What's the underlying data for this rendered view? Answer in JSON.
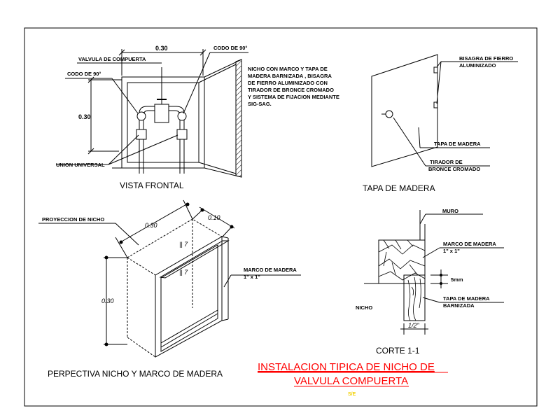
{
  "labels": {
    "valvula": "VALVULA DE COMPUERTA",
    "codo_left": "CODO DE 90°",
    "codo_right": "CODO DE 90°",
    "union": "UNION UNIVERSAL",
    "dim_030_top": "0.30",
    "dim_030_left": "0.30",
    "note_lines": [
      "NICHO CON MARCO Y TAPA DE",
      "MADERA BARNIZADA , BISAGRA",
      "DE FIERRO ALUMINIZADO CON",
      "TIRADOR DE BRONCE CROMADO",
      "Y SISTEMA DE FIJACION MEDIANTE",
      "SIG-SAG."
    ],
    "bisagra_1": "BISAGRA DE FIERRO",
    "bisagra_2": "ALUMINIZADO",
    "tapa": "TAPA DE MADERA",
    "tirador_1": "TIRADOR DE",
    "tirador_2": "BRONCE CROMADO",
    "proyeccion": "PROYECCION DE NICHO",
    "persp_030_top": "0.30",
    "persp_010": "0.10",
    "persp_030_left": "0.30",
    "persp_mark_1": "|| 7",
    "persp_mark_2": "|| 7",
    "marco_1": "MARCO DE MADERA",
    "marco_2": "1\" x 1\"",
    "muro": "MURO",
    "corte_marco_1": "MARCO DE MADERA",
    "corte_marco_2": "1\" x 1\"",
    "mm5": "5mm",
    "nicho": "NICHO",
    "tapa_barn_1": "TAPA DE MADERA",
    "tapa_barn_2": "BARNIZADA",
    "half_inch": "1/2\""
  },
  "titles": {
    "vista_frontal": "VISTA FRONTAL",
    "tapa_madera": "TAPA DE MADERA",
    "perspectiva": "PERPECTIVA NICHO Y MARCO DE MADERA",
    "corte": "CORTE 1-1",
    "main_1": "INSTALACION TIPICA DE NICHO DE",
    "main_2": "VALVULA COMPUERTA",
    "scale": "S/E"
  },
  "colors": {
    "line": "#000000",
    "title_red": "#ff0000",
    "scale_yellow": "#f2d000"
  }
}
